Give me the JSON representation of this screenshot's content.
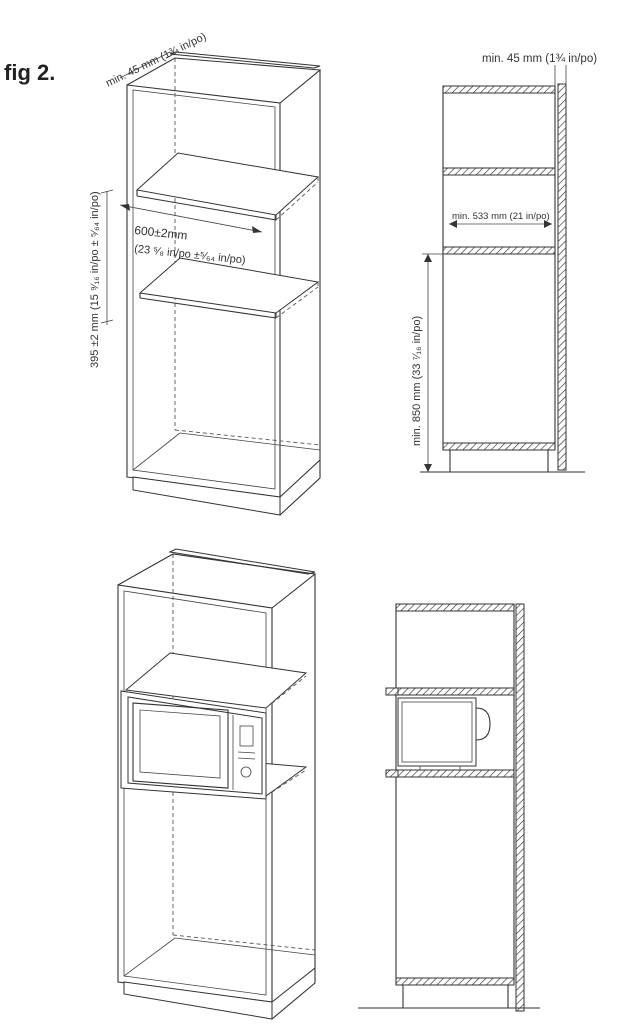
{
  "figure": {
    "title": "fig 2.",
    "labels": {
      "top_clearance_left": "min. 45 mm (1¾ in/po)",
      "top_clearance_right": "min. 45 mm (1¾ in/po)",
      "opening_height": "395 ±2 mm (15 ⁹⁄₁₆ in/po ± ⁵⁄₆₄ in/po)",
      "width_mm": "600±2mm",
      "width_in": "(23 ⁵⁄₈ in/po  ±⁵⁄₆₄ in/po)",
      "min_opening": "min. 533 mm (21 in/po)",
      "floor_height": "min. 850 mm (33 ⁷⁄₁₆ in/po)"
    }
  },
  "colors": {
    "line": "#333333",
    "background": "#ffffff"
  }
}
